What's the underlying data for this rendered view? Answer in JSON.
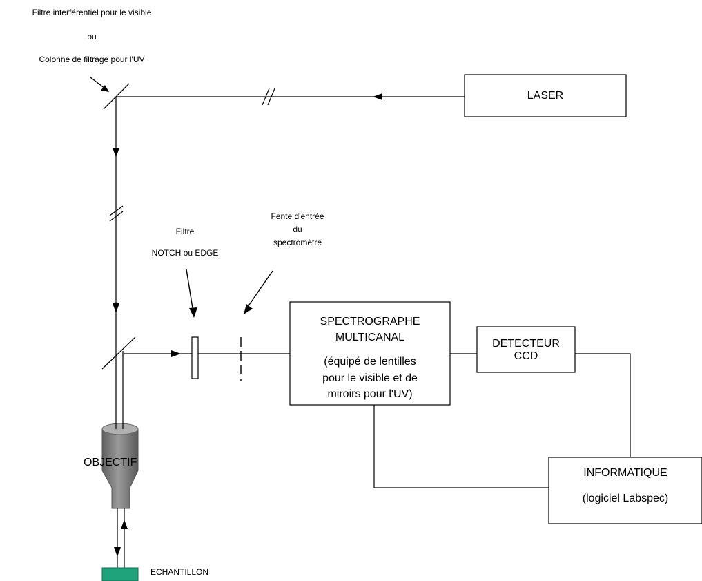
{
  "labels": {
    "filter_line1": "Filtre interférentiel pour le visible",
    "filter_line2": "ou",
    "filter_line3": "Colonne de filtrage pour l'UV",
    "laser": "LASER",
    "notch_line1": "Filtre",
    "notch_line2": "NOTCH ou EDGE",
    "slit_line1": "Fente d'entrée",
    "slit_line2": "du",
    "slit_line3": "spectromètre",
    "spectro_line1": "SPECTROGRAPHE",
    "spectro_line2": "MULTICANAL",
    "spectro_line3": "(équipé de lentilles",
    "spectro_line4": "pour le visible et de",
    "spectro_line5": "miroirs pour l'UV)",
    "detector_line1": "DETECTEUR",
    "detector_line2": "CCD",
    "objective": "OBJECTIF",
    "computer_line1": "INFORMATIQUE",
    "computer_line2": "(logiciel Labspec)",
    "sample": "ECHANTILLON"
  },
  "colors": {
    "line": "#000000",
    "objective_body": "#7a7a7a",
    "objective_top": "#a6a6a6",
    "sample": "#1fa37a"
  }
}
